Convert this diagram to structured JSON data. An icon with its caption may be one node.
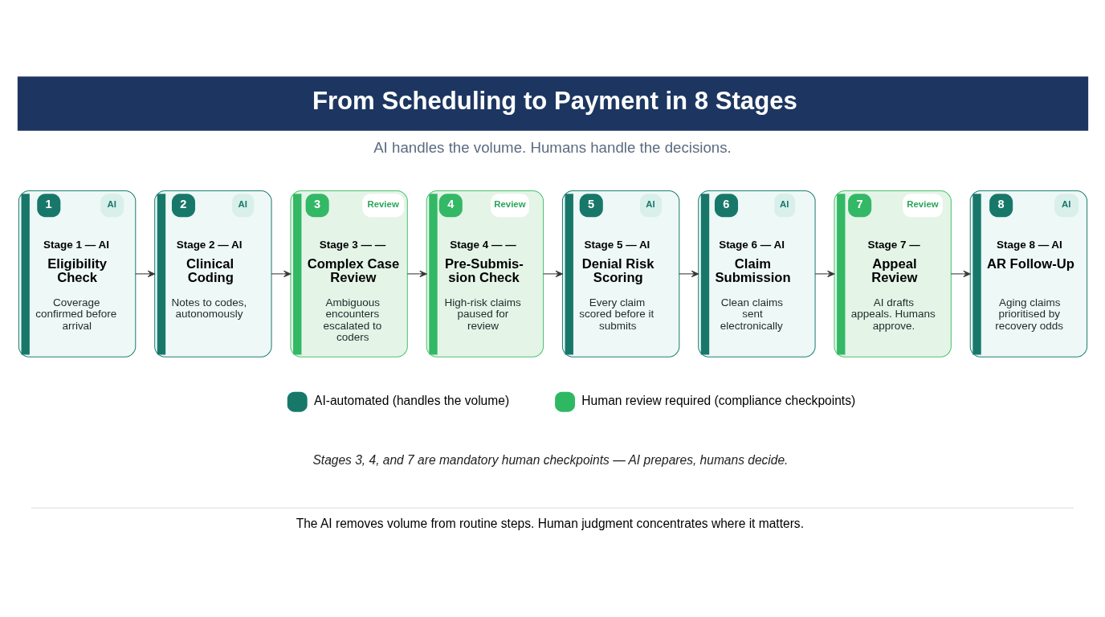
{
  "diagram": {
    "title": "From Scheduling to Payment in 8 Stages",
    "nodes": [
      {
        "text": [
          "1",
          "AI",
          "Stage 1 — AI",
          "Eligibility Check",
          "Coverage confirmed before arrival"
        ]
      },
      {
        "text": [
          "2",
          "AI",
          "Stage 2 — AI",
          "Clinical Coding",
          "Notes to codes, autonomously"
        ]
      },
      {
        "text": [
          "3",
          "Review",
          "Stage 3 — —",
          "Complex Case Review",
          "Ambiguous encounters escalated to coders"
        ]
      },
      {
        "text": [
          "4",
          "Review",
          "Stage 4 — —",
          "Pre-Submis- sion Check",
          "High-risk claims paused for review"
        ]
      },
      {
        "text": [
          "5",
          "AI",
          "Stage 5 — AI",
          "Denial Risk Scoring",
          "Every claim scored before it submits"
        ]
      },
      {
        "text": [
          "6",
          "AI",
          "Stage 6 — AI",
          "Claim Submission",
          "Clean claims sent electronically"
        ]
      },
      {
        "text": [
          "7",
          "Review",
          "Stage 7 —",
          "Appeal Review",
          "AI drafts appeals. Humans approve."
        ]
      },
      {
        "text": [
          "8",
          "AI",
          "Stage 8 — AI",
          "AR Follow-Up",
          "Aging claims prioritised by recovery odds"
        ]
      }
    ],
    "edges": [
      {
        "from": 0,
        "to": 1,
        "arrow": "to"
      },
      {
        "from": 1,
        "to": 2,
        "arrow": "to"
      },
      {
        "from": 2,
        "to": 3,
        "arrow": "to"
      },
      {
        "from": 3,
        "to": 4,
        "arrow": "to"
      },
      {
        "from": 4,
        "to": 5,
        "arrow": "to"
      },
      {
        "from": 5,
        "to": 6,
        "arrow": "to"
      },
      {
        "from": 6,
        "to": 7,
        "arrow": "to"
      }
    ],
    "labels": [
      "AI handles the volume. Humans handle the decisions.",
      "Stages 3, 4, and 7 are mandatory human checkpoints — AI prepares, humans decide.",
      "The AI removes volume from routine steps. Human judgment concentrates where it matters."
    ],
    "legend": [
      {
        "text": "AI-automated (handles the volume)",
        "color": "#17786a"
      },
      {
        "text": "Human review required (compliance checkpoints)",
        "color": "#2fb862"
      }
    ]
  }
}
